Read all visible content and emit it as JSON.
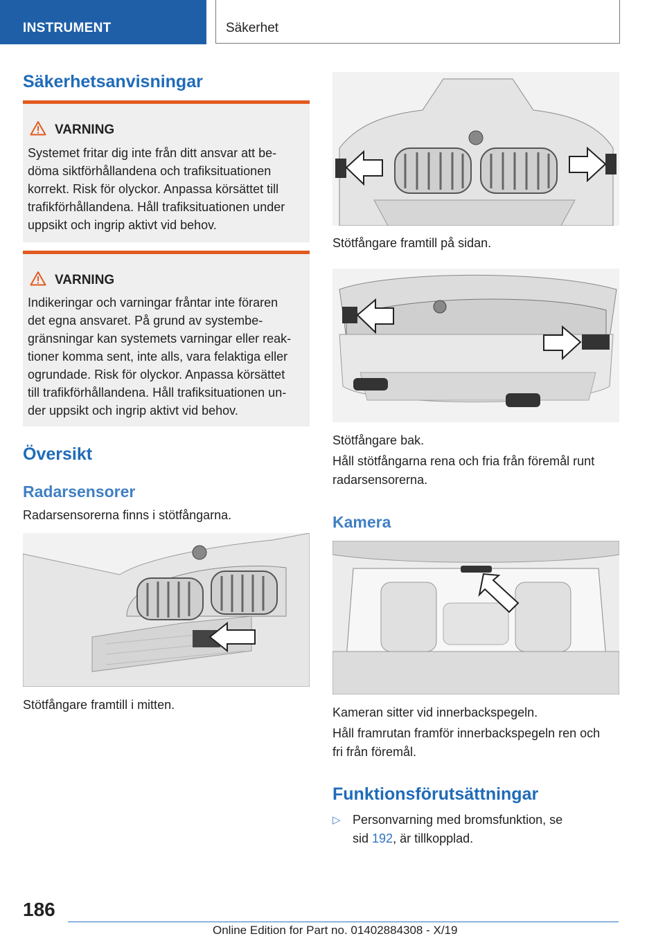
{
  "header": {
    "section": "INSTRUMENT",
    "chapter": "Säkerhet"
  },
  "left": {
    "title": "Säkerhetsanvisningar",
    "warning1": {
      "label": "VARNING",
      "text": "Systemet fritar dig inte från ditt ansvar att be-\ndöma siktförhållandena och trafiksituationen\nkorrekt. Risk för olyckor. Anpassa körsättet till\ntrafikförhållandena. Håll trafiksituationen under\nuppsikt och ingrip aktivt vid behov."
    },
    "warning2": {
      "label": "VARNING",
      "text": "Indikeringar och varningar fråntar inte föraren\ndet egna ansvaret. På grund av systembe-\ngränsningar kan systemets varningar eller reak-\ntioner komma sent, inte alls, vara felaktiga eller\nogrundade. Risk för olyckor. Anpassa körsättet\ntill trafikförhållandena. Håll trafiksituationen un-\nder uppsikt och ingrip aktivt vid behov."
    },
    "overview_title": "Översikt",
    "radar_title": "Radarsensorer",
    "radar_text": "Radarsensorerna finns i stötfångarna.",
    "img_front_middle_caption": "Stötfångare framtill i mitten."
  },
  "right": {
    "img_front_side_caption": "Stötfångare framtill på sidan.",
    "img_rear_caption": "Stötfångare bak.",
    "keep_clean_text": "Håll stötfångarna rena och fria från föremål runt\nradarsensorerna.",
    "camera_title": "Kamera",
    "camera_caption": "Kameran sitter vid innerbackspegeln.",
    "camera_text": "Håll framrutan framför innerbackspegeln ren och\nfri från föremål.",
    "requirements_title": "Funktionsförutsättningar",
    "requirements": [
      {
        "bullet": "▷",
        "text_before": "Personvarning med bromsfunktion, se\nsid ",
        "link": "192",
        "text_after": ", är tillkopplad."
      }
    ]
  },
  "footer": {
    "page_number": "186",
    "edition": "Online Edition for Part no. 01402884308 - X/19"
  }
}
